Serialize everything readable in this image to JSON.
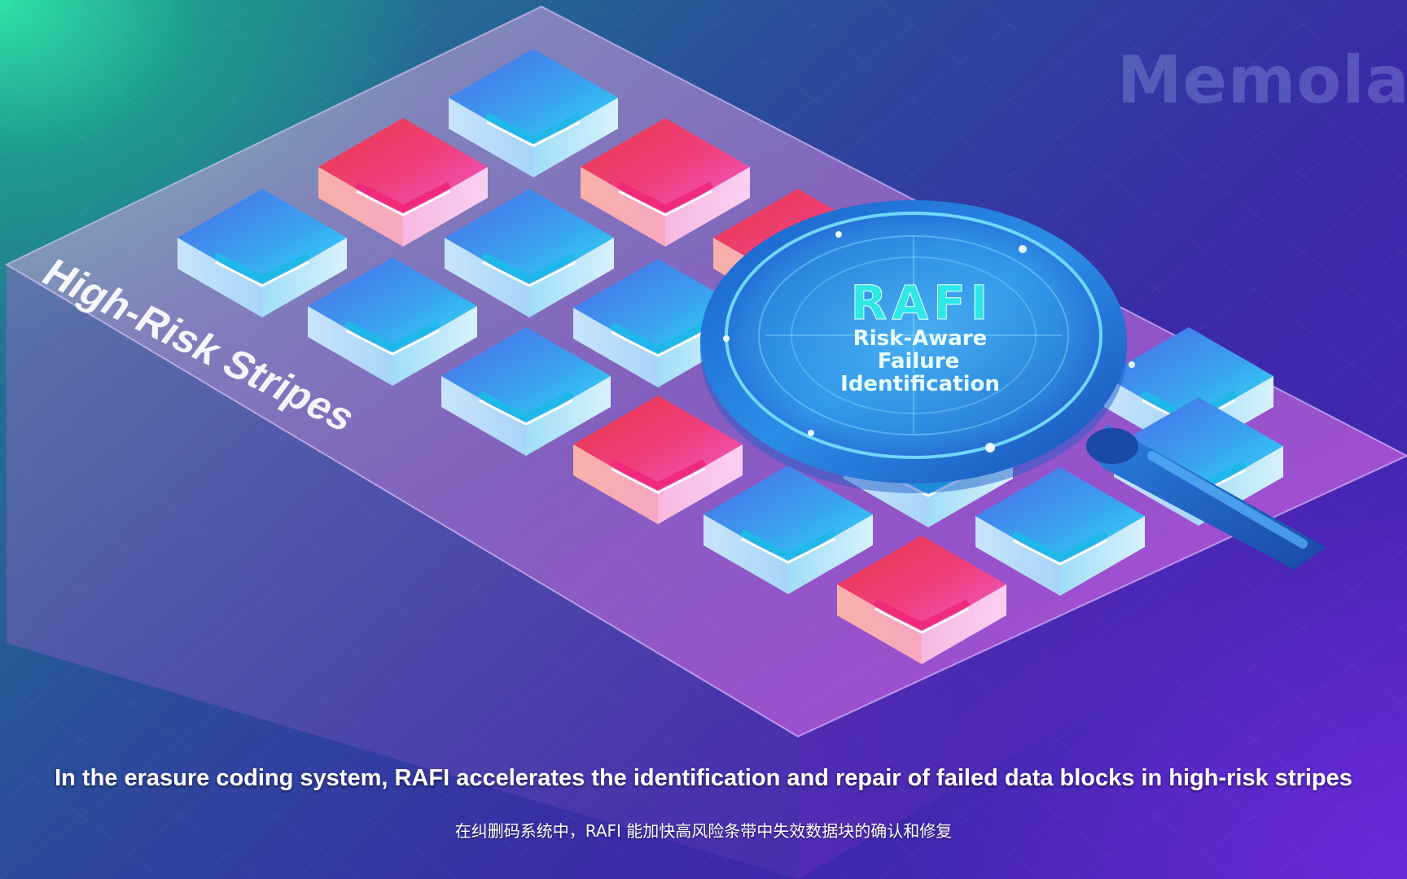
{
  "watermark": "Memolab",
  "platform_label": "High-Risk Stripes",
  "magnifier": {
    "title": "RAFI",
    "line1": "Risk-Aware",
    "line2": "Failure",
    "line3": "Identification"
  },
  "caption_en": "In the erasure coding system, RAFI accelerates the identification and repair of failed data blocks in high-risk stripes",
  "caption_zh": "在纠删码系统中，RAFI 能加快高风险条带中失效数据块的确认和修复",
  "colors": {
    "healthy_block": "#3aa8f0",
    "failed_block": "#f0407a",
    "lens_ring": "#1f7fd8"
  }
}
